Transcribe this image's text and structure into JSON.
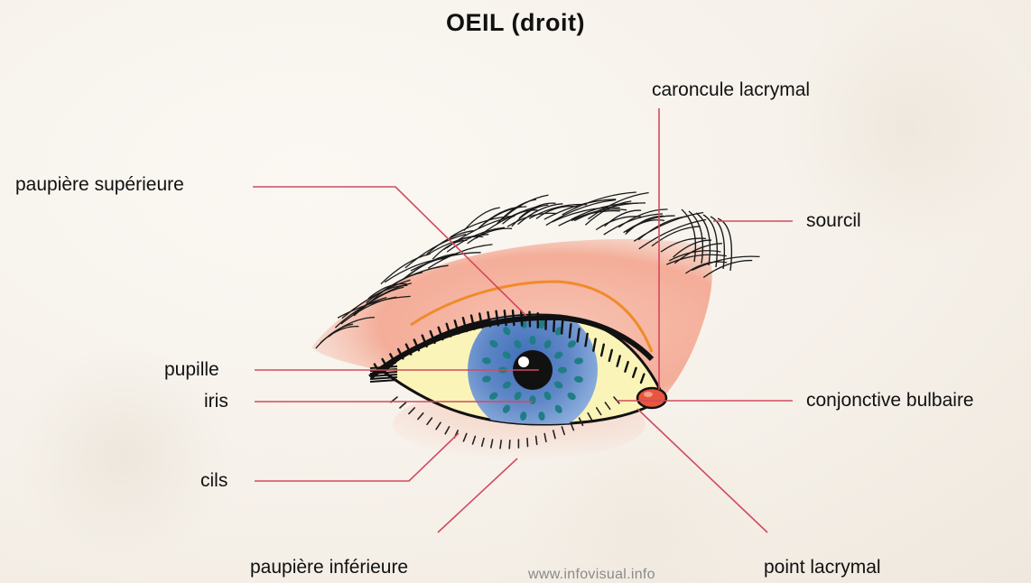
{
  "title": "OEIL  (droit)",
  "labels": {
    "caroncule": "caroncule lacrymal",
    "paupiere_superieure": "paupière supérieure",
    "sourcil": "sourcil",
    "pupille": "pupille",
    "iris": "iris",
    "conjonctive": "conjonctive bulbaire",
    "cils": "cils",
    "paupiere_inferieure": "paupière inférieure",
    "point_lacrymal": "point lacrymal"
  },
  "watermark": "www.infovisual.info",
  "colors": {
    "leader_line": "#d24a5e",
    "iris": "#6f93c9",
    "iris_spots": "#1f7d85",
    "pupil": "#111111",
    "sclera": "#fbf4b8",
    "eyelid_skin": "#f3b3a2",
    "eyelid_crease": "#f08a2a",
    "caruncle": "#e8563d"
  }
}
